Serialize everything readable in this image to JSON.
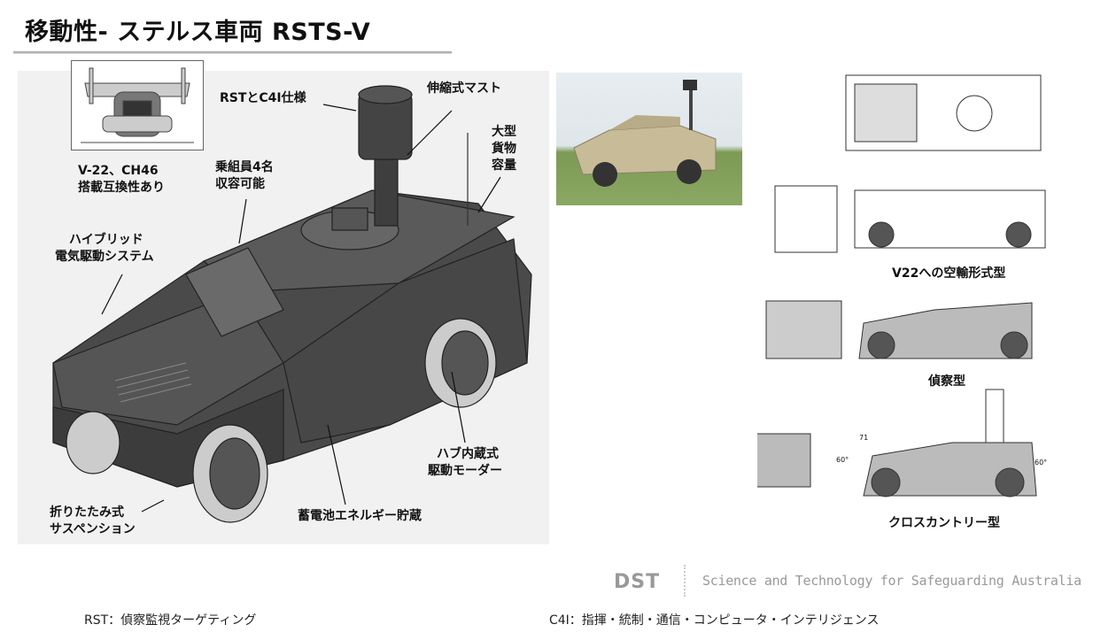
{
  "title": "移動性- ステルス車両 RSTS-V",
  "labels": {
    "v22_compat": [
      "V-22、CH46",
      "搭載互換性あり"
    ],
    "rst_c4i": "RSTとC4I仕様",
    "mast": "伸縮式マスト",
    "cargo": [
      "大型",
      "貨物",
      "容量"
    ],
    "crew": [
      "乗組員4名",
      "収容可能"
    ],
    "hybrid": [
      "ハイブリッド",
      "電気駆動システム"
    ],
    "hub_motor": [
      "ハブ内蔵式",
      "駆動モーダー"
    ],
    "battery": "蓄電池エネルギー貯蔵",
    "suspension": [
      "折りたたみ式",
      "サスペンション"
    ]
  },
  "drawings": {
    "v22_transport": "V22への空輸形式型",
    "recon": "偵察型",
    "cross_country": "クロスカントリー型",
    "dim_71": "71",
    "angle_front": "60°",
    "angle_rear": "60°"
  },
  "branding": {
    "logo": "DST",
    "tagline": "Science and Technology for Safeguarding Australia"
  },
  "footer": {
    "rst": "RST：偵察監視ターゲティング",
    "c4i": "C4I：指揮・統制・通信・コンピュータ・インテリジェンス"
  }
}
